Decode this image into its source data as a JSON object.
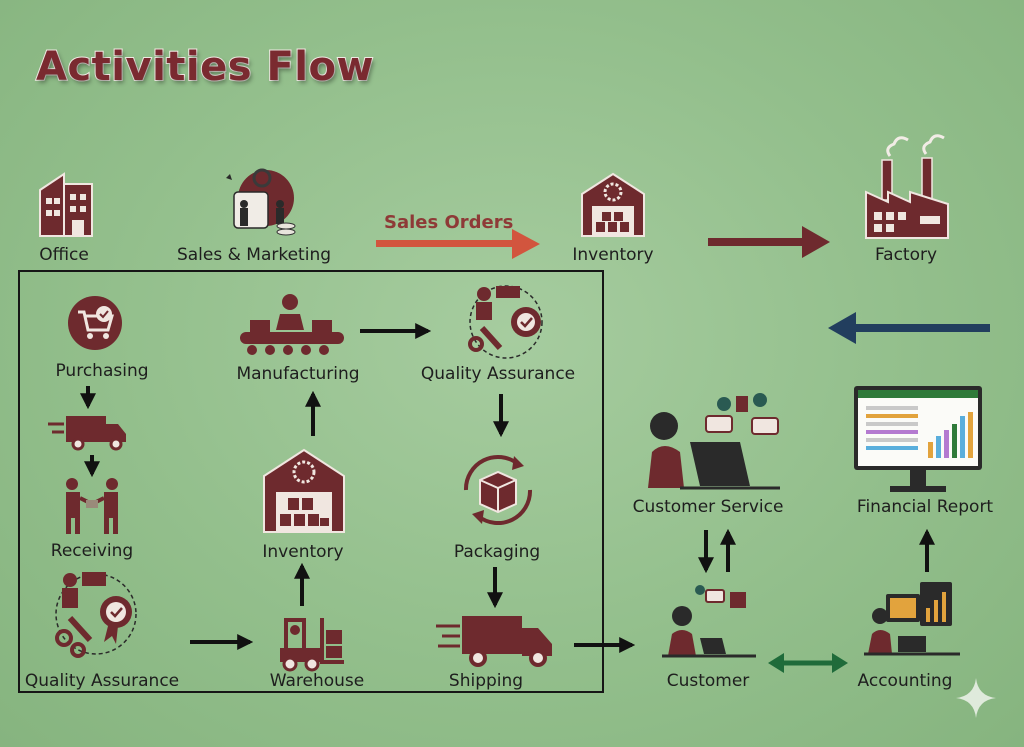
{
  "title": "Activities Flow",
  "colors": {
    "maroon": "#6e2a2e",
    "sales_arrow": "#d2553e",
    "return_arrow": "#223e5e",
    "customer_accounting_arrow": "#1f6b3a",
    "background": "#9cc695"
  },
  "top_row": {
    "office": "Office",
    "sales_marketing": "Sales & Marketing",
    "sales_orders": "Sales Orders",
    "inventory": "Inventory",
    "factory": "Factory"
  },
  "process": {
    "purchasing": "Purchasing",
    "receiving": "Receiving",
    "quality_assurance_left": "Quality Assurance",
    "warehouse": "Warehouse",
    "inventory": "Inventory",
    "manufacturing": "Manufacturing",
    "quality_assurance_right": "Quality Assurance",
    "packaging": "Packaging",
    "shipping": "Shipping"
  },
  "right_side": {
    "customer_service": "Customer Service",
    "customer": "Customer",
    "financial_report": "Financial Report",
    "accounting": "Accounting"
  },
  "icons": [
    "building-icon",
    "sales-marketing-icon",
    "warehouse-gear-icon",
    "factory-icon",
    "shopping-cart-icon",
    "delivery-truck-icon",
    "handshake-icon",
    "quality-badge-icon",
    "forklift-icon",
    "conveyor-worker-icon",
    "package-box-icon",
    "customer-service-agent-icon",
    "customer-laptop-icon",
    "spreadsheet-monitor-icon",
    "accountant-dashboard-icon",
    "sparkle-icon"
  ]
}
